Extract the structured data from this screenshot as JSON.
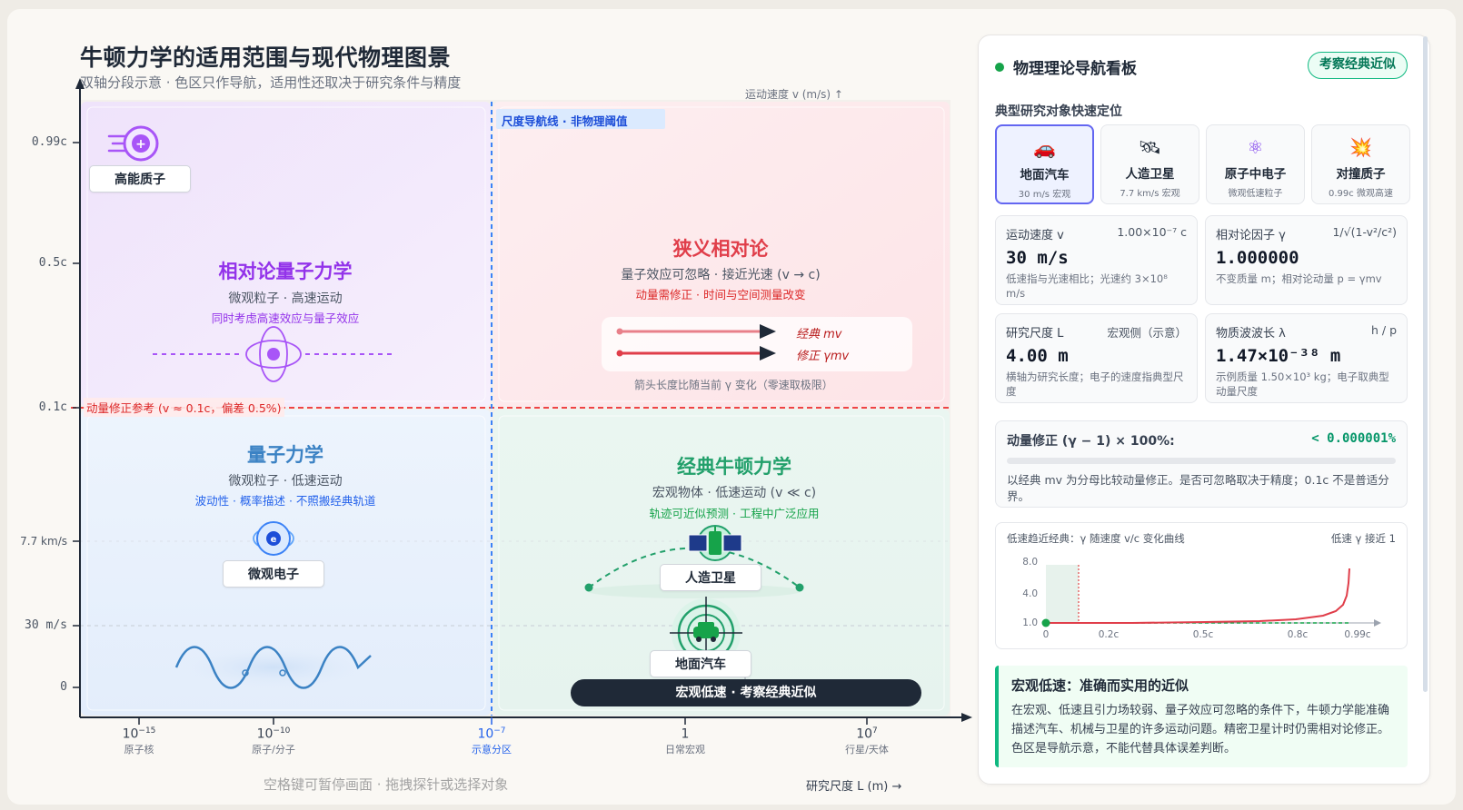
{
  "header": {
    "title": "牛顿力学的适用范围与现代物理图景",
    "subtitle": "双轴分段示意 · 色区只作导航，适用性还取决于研究条件与精度"
  },
  "axes": {
    "y_title": "运动速度 v (m/s) ↑",
    "x_title": "研究尺度 L (m) →",
    "y_ticks": [
      "0.99c",
      "0.5c",
      "0.1c",
      "7.7 km/s",
      "30 m/s",
      "0"
    ],
    "x_ticks": [
      {
        "base": "10",
        "exp": "−15",
        "sub": "原子核"
      },
      {
        "base": "10",
        "exp": "−10",
        "sub": "原子/分子"
      },
      {
        "base": "10",
        "exp": "−7",
        "sub": "示意分区"
      },
      {
        "base": "1",
        "exp": "",
        "sub": "日常宏观"
      },
      {
        "base": "10",
        "exp": "7",
        "sub": "行星/天体"
      }
    ]
  },
  "regions": {
    "rel_quantum": {
      "title": "相对论量子力学",
      "sub": "微观粒子 · 高速运动",
      "note": "同时考虑高速效应与量子效应"
    },
    "special_rel": {
      "title": "狭义相对论",
      "sub": "量子效应可忽略 · 接近光速 (v → c)",
      "note": "动量需修正 · 时间与空间测量改变"
    },
    "quantum": {
      "title": "量子力学",
      "sub": "微观粒子 · 低速运动",
      "note": "波动性 · 概率描述 · 不照搬经典轨道"
    },
    "classical": {
      "title": "经典牛顿力学",
      "sub": "宏观物体 · 低速运动 (v ≪ c)",
      "note": "轨迹可近似预测 · 工程中广泛应用"
    }
  },
  "labels": {
    "nav_line": "尺度导航线 · 非物理阈值",
    "momentum_ref": "动量修正参考 (v ≈ 0.1c，偏差 0.5%)",
    "proton": "高能质子",
    "electron": "微观电子",
    "satellite": "人造卫星",
    "car": "地面汽车",
    "arrow_classic": "经典 mv",
    "arrow_corrected": "修正 γmv",
    "arrow_caption": "箭头长度比随当前 γ 变化（零速取极限）",
    "dark_pill": "宏观低速 · 考察经典近似",
    "hint": "空格键可暂停画面 · 拖拽探针或选择对象"
  },
  "panel": {
    "title": "物理理论导航看板",
    "badge": "考察经典近似",
    "section_label": "典型研究对象快速定位",
    "objects": [
      {
        "icon": "🚗",
        "name": "地面汽车",
        "sub": "30 m/s 宏观",
        "active": true
      },
      {
        "icon": "🛰",
        "name": "人造卫星",
        "sub": "7.7 km/s 宏观",
        "active": false
      },
      {
        "icon": "⚛",
        "name": "原子中电子",
        "sub": "微观低速粒子",
        "active": false
      },
      {
        "icon": "💥",
        "name": "对撞质子",
        "sub": "0.99c 微观高速",
        "active": false
      }
    ],
    "metrics": {
      "speed": {
        "label": "运动速度 v",
        "right": "1.00×10⁻⁷ c",
        "value": "30 m/s",
        "note": "低速指与光速相比；光速约 3×10⁸ m/s"
      },
      "gamma": {
        "label": "相对论因子 γ",
        "right": "1/√(1-v²/c²)",
        "value": "1.000000",
        "note": "不变质量 m；相对论动量 p = γmv"
      },
      "scale": {
        "label": "研究尺度 L",
        "right": "宏观侧（示意）",
        "value": "4.00 m",
        "note": "横轴为研究长度；电子的速度指典型尺度"
      },
      "wavelength": {
        "label": "物质波波长 λ",
        "right": "h / p",
        "value": "1.47×10⁻³⁸ m",
        "note": "示例质量 1.50×10³ kg；电子取典型动量尺度"
      }
    },
    "correction": {
      "label": "动量修正 (γ − 1) × 100%:",
      "value": "< 0.000001%",
      "fraction": 0.0,
      "note": "以经典 mv 为分母比较动量修正。是否可忽略取决于精度；0.1c 不是普适分界。"
    },
    "curve": {
      "title": "低速趋近经典：γ 随速度 v/c 变化曲线",
      "right": "低速 γ 接近 1",
      "y_ticks": [
        "8.0",
        "4.0",
        "1.0"
      ],
      "x_ticks": [
        "0",
        "0.2c",
        "0.5c",
        "0.8c",
        "0.99c"
      ]
    },
    "summary": {
      "title": "宏观低速：准确而实用的近似",
      "text": "在宏观、低速且引力场较弱、量子效应可忽略的条件下，牛顿力学能准确描述汽车、机械与卫星的许多运动问题。精密卫星计时仍需相对论修正。色区是导航示意，不能代替具体误差判断。"
    }
  },
  "colors": {
    "purple": "#9333ea",
    "red": "#e03e4a",
    "blue": "#3b82c4",
    "green": "#22a06b",
    "accent": "#6366f1"
  }
}
